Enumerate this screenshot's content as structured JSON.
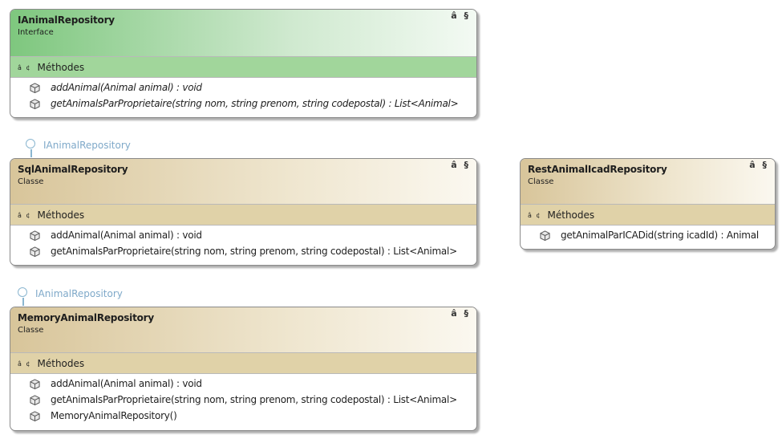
{
  "collapse_glyph": "â§",
  "section_toggle_glyph": "â¢",
  "colors": {
    "interface_header": "#7ec77e",
    "interface_section": "#a1d69b",
    "class_header": "#d8c59a",
    "class_section": "#e0d2a8",
    "lollipop": "#8ab6d0"
  },
  "interface_box": {
    "title": "IAnimalRepository",
    "kind": "Interface",
    "section": "Méthodes",
    "members": [
      "addAnimal(Animal animal) : void",
      "getAnimalsParProprietaire(string nom, string prenom, string codepostal) : List<Animal>"
    ]
  },
  "sql_box": {
    "implements": "IAnimalRepository",
    "title": "SqlAnimalRepository",
    "kind": "Classe",
    "section": "Méthodes",
    "members": [
      "addAnimal(Animal animal) : void",
      "getAnimalsParProprietaire(string nom, string prenom, string codepostal) : List<Animal>"
    ]
  },
  "rest_box": {
    "title": "RestAnimalIcadRepository",
    "kind": "Classe",
    "section": "Méthodes",
    "members": [
      "getAnimalParICADid(string icadId) : Animal"
    ]
  },
  "memory_box": {
    "implements": "IAnimalRepository",
    "title": "MemoryAnimalRepository",
    "kind": "Classe",
    "section": "Méthodes",
    "members": [
      "addAnimal(Animal animal) : void",
      "getAnimalsParProprietaire(string nom, string prenom, string codepostal) : List<Animal>",
      "MemoryAnimalRepository()"
    ]
  }
}
